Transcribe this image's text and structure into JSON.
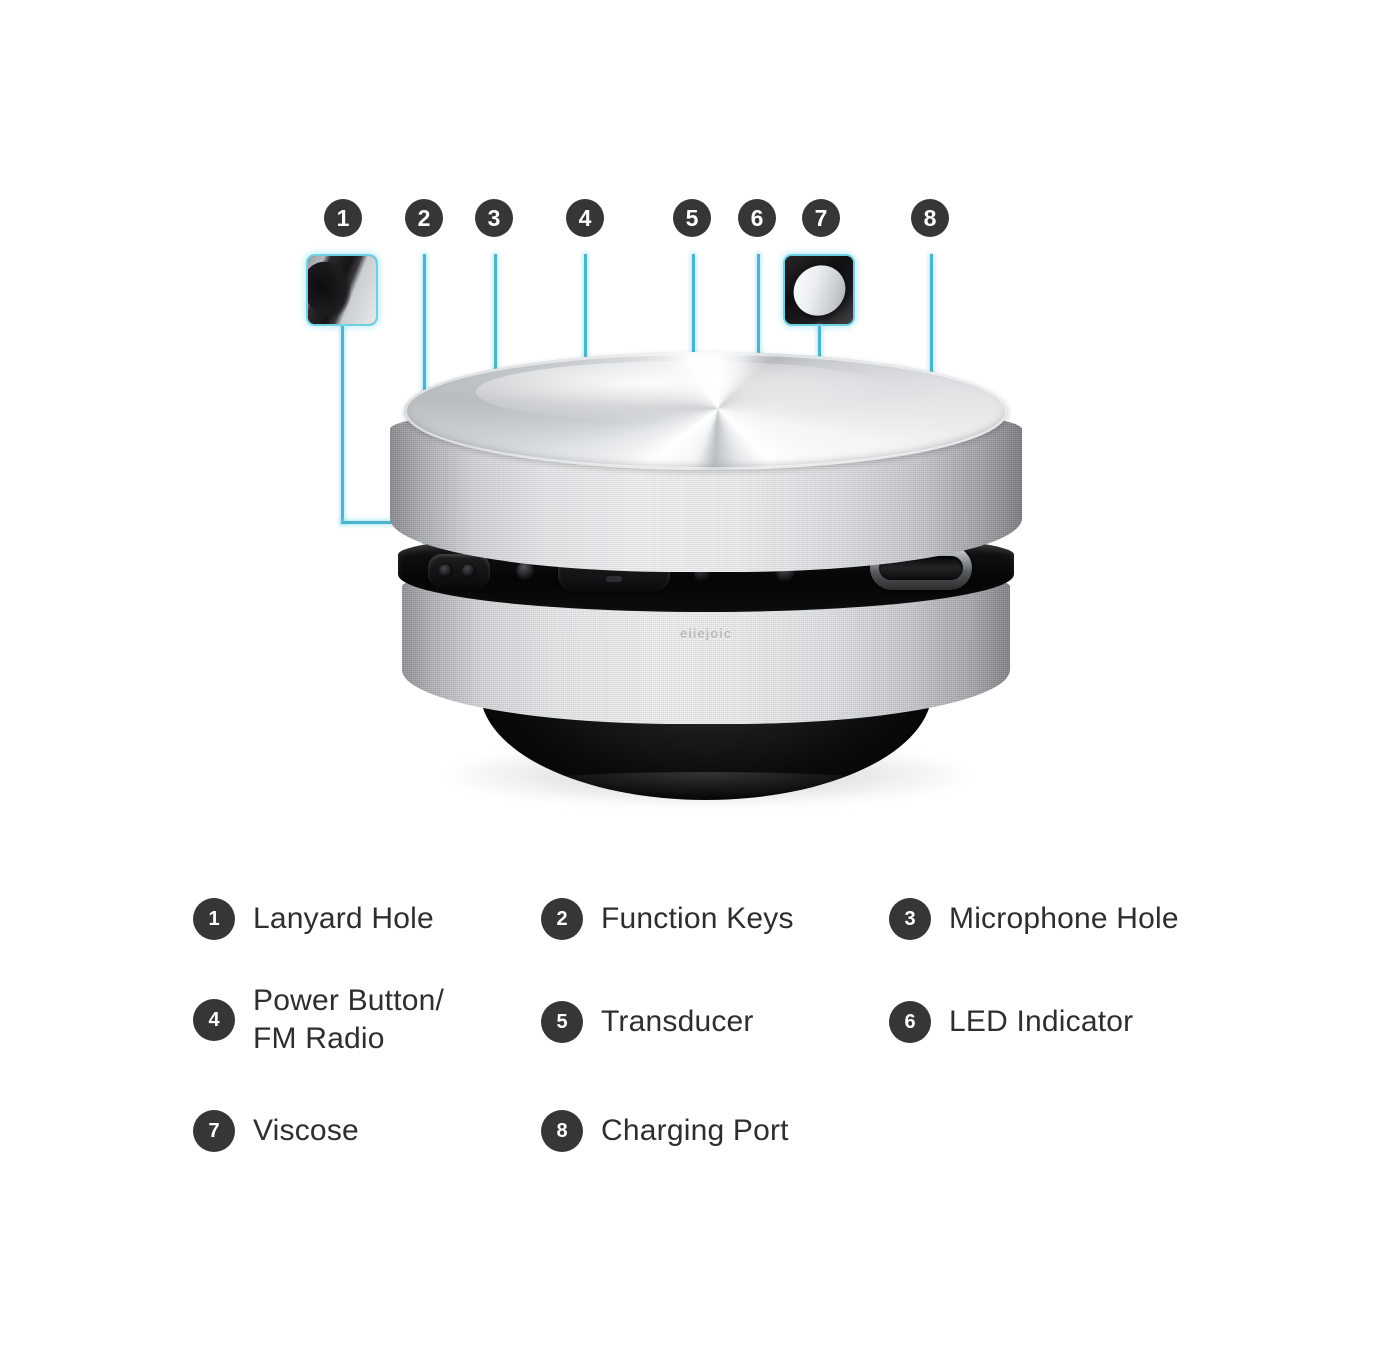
{
  "page": {
    "background_color": "#ffffff",
    "accent_line_color": "#4fb4cb",
    "badge_color": "#363636",
    "badge_text_color": "#ffffff",
    "label_text_color": "#2e2e2e"
  },
  "callout_badges": [
    {
      "num": "1"
    },
    {
      "num": "2"
    },
    {
      "num": "3"
    },
    {
      "num": "4"
    },
    {
      "num": "5"
    },
    {
      "num": "6"
    },
    {
      "num": "7"
    },
    {
      "num": "8"
    }
  ],
  "device": {
    "emboss_text": "eiiejoic",
    "parts": {
      "top_disc": "polished-metal-top-disc",
      "upper_ring": "brushed-silver-upper-ring",
      "control_band": "black-control-band",
      "lower_ring": "brushed-silver-lower-ring",
      "base": "black-tapered-base"
    }
  },
  "thumbnails": [
    {
      "id": "1",
      "name": "lanyard-hole-closeup"
    },
    {
      "id": "7",
      "name": "viscose-pad-closeup"
    }
  ],
  "legend": {
    "rows": [
      [
        {
          "num": "1",
          "label": "Lanyard Hole"
        },
        {
          "num": "2",
          "label": "Function Keys"
        },
        {
          "num": "3",
          "label": "Microphone Hole"
        }
      ],
      [
        {
          "num": "4",
          "label": "Power Button/\nFM Radio"
        },
        {
          "num": "5",
          "label": "Transducer"
        },
        {
          "num": "6",
          "label": "LED Indicator"
        }
      ],
      [
        {
          "num": "7",
          "label": "Viscose"
        },
        {
          "num": "8",
          "label": "Charging Port"
        }
      ]
    ]
  }
}
